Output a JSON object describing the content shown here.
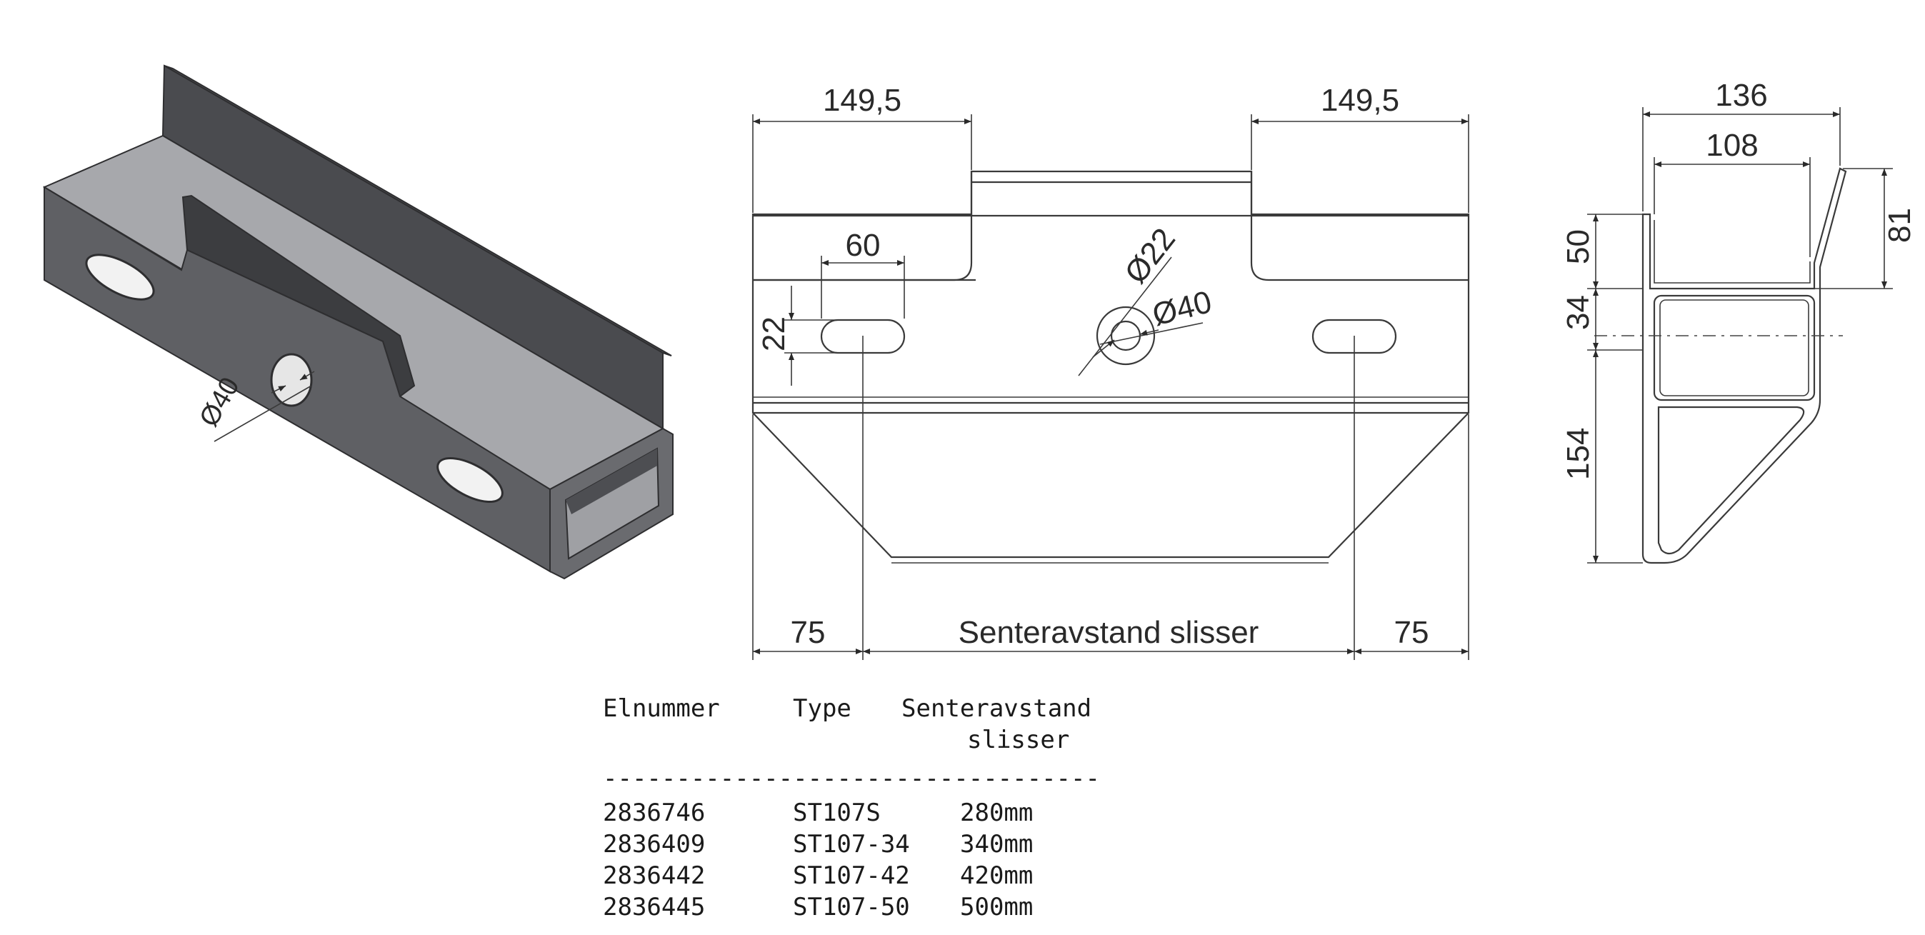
{
  "dimensions": {
    "iso_hole_diameter": "Ø40",
    "front_left_width": "149,5",
    "front_right_width": "149,5",
    "slot_length": "60",
    "slot_height": "22",
    "hole_inner_diameter": "Ø22",
    "hole_outer_diameter": "Ø40",
    "bottom_left_offset": "75",
    "bottom_center_label": "Senteravstand slisser",
    "bottom_right_offset": "75",
    "side_total_width": "136",
    "side_inner_width": "108",
    "side_height_50": "50",
    "side_height_34": "34",
    "side_height_154": "154",
    "side_height_81": "81"
  },
  "table": {
    "headers": {
      "elnummer": "Elnummer",
      "type": "Type",
      "senteravstand_line1": "Senteravstand",
      "senteravstand_line2": "slisser"
    },
    "separator": "----------------------------------",
    "rows": [
      {
        "elnummer": "2836746",
        "type": "ST107S",
        "senteravstand": "280mm"
      },
      {
        "elnummer": "2836409",
        "type": "ST107-34",
        "senteravstand": "340mm"
      },
      {
        "elnummer": "2836442",
        "type": "ST107-42",
        "senteravstand": "420mm"
      },
      {
        "elnummer": "2836445",
        "type": "ST107-50",
        "senteravstand": "500mm"
      }
    ]
  },
  "colors": {
    "metal_dark": "#555659",
    "metal_mid": "#6f7074",
    "metal_light": "#a9aaae",
    "line": "#3a3a3a"
  }
}
